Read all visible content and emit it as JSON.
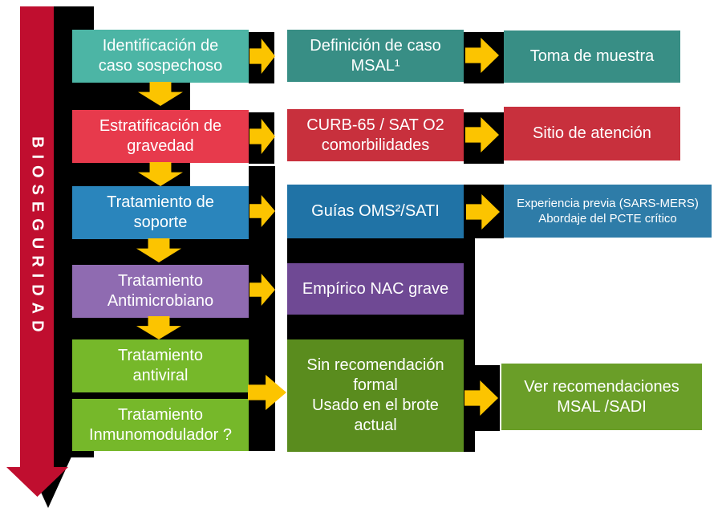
{
  "banner": {
    "label": "BIOSEGURIDAD"
  },
  "colors": {
    "banner_red": "#c00e2f",
    "shadow_black": "#000000",
    "arrow_yellow": "#fcc400",
    "teal_light": "#4cb5a5",
    "teal_dark": "#388e85",
    "red_light": "#e73a4c",
    "red_dark": "#c8303d",
    "blue_light": "#2a85bc",
    "blue_dark": "#2073a6",
    "blue_wide": "#2e7ca8",
    "purple_light": "#8f6bb1",
    "purple_dark": "#6f4994",
    "green_light": "#76b82a",
    "green_dark": "#5a8c1e",
    "green_mid": "#6a9e28"
  },
  "flow": {
    "row1": {
      "left": "Identificación de\ncaso sospechoso",
      "mid": "Definición de caso\nMSAL¹",
      "right": "Toma de muestra"
    },
    "row2": {
      "left": "Estratificación de\ngravedad",
      "mid": "CURB-65 / SAT O2\ncomorbilidades",
      "right": "Sitio de atención"
    },
    "row3": {
      "left": "Tratamiento de\nsoporte",
      "mid": "Guías OMS²/SATI",
      "right": "Experiencia previa (SARS-MERS)\nAbordaje del PCTE crítico"
    },
    "row4": {
      "left": "Tratamiento\nAntimicrobiano",
      "mid": "Empírico NAC grave"
    },
    "row5": {
      "left_a": "Tratamiento\nantiviral",
      "left_b": "Tratamiento\nInmunomodulador ?",
      "mid": "Sin recomendación\nformal\nUsado en el brote\nactual",
      "right": "Ver recomendaciones\nMSAL /SADI"
    }
  }
}
